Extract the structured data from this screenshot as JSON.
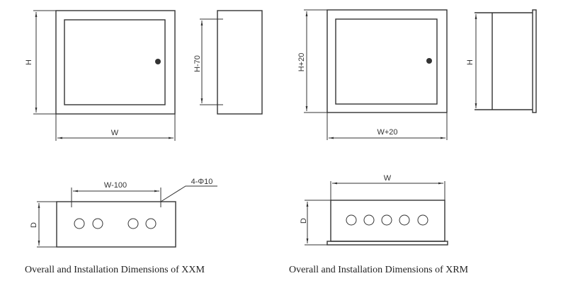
{
  "xxm": {
    "front_view": {
      "height_label": "H",
      "width_label": "W"
    },
    "side_view": {
      "height_label": "H-70"
    },
    "bottom_view": {
      "depth_label": "D",
      "span_label": "W-100",
      "hole_label": "4-Φ10",
      "hole_count": 4
    },
    "caption": "Overall and Installation Dimensions of XXM"
  },
  "xrm": {
    "front_view": {
      "height_label": "H+20",
      "width_label": "W+20"
    },
    "side_view": {
      "height_label": "H"
    },
    "bottom_view": {
      "depth_label": "D",
      "width_label": "W",
      "hole_count": 5
    },
    "caption": "Overall and Installation Dimensions of XRM"
  }
}
